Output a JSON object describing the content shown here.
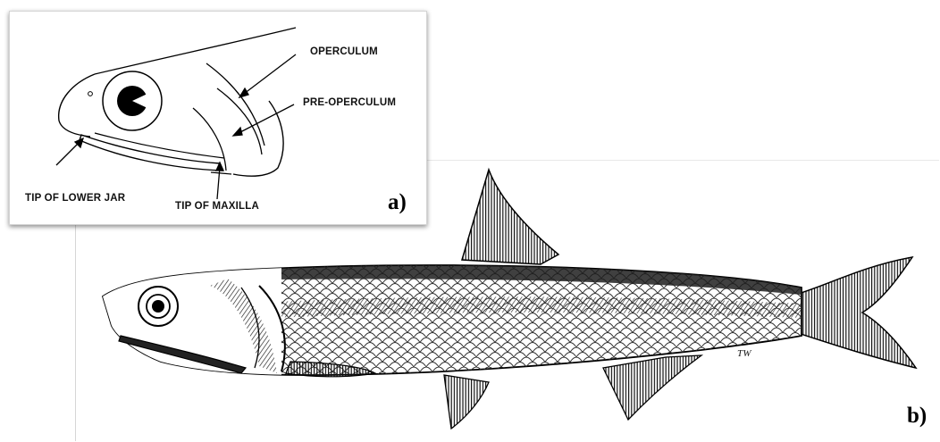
{
  "panel_a": {
    "tag": "a)",
    "labels": {
      "operculum": "OPERCULUM",
      "pre_operculum": "PRE-OPERCULUM",
      "tip_lower_jaw": "TIP OF LOWER JAR",
      "tip_maxilla": "TIP OF MAXILLA"
    }
  },
  "panel_b": {
    "tag": "b)",
    "signature": "TW"
  }
}
